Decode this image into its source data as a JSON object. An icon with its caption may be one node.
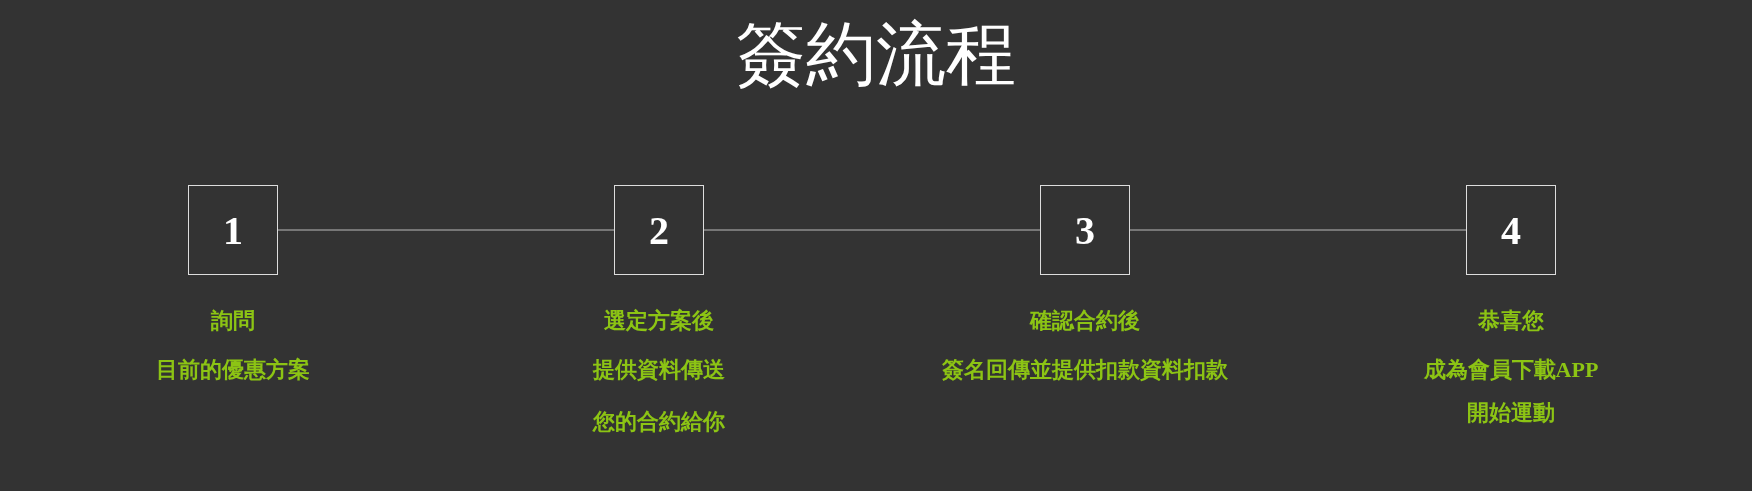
{
  "diagram": {
    "title": "簽約流程",
    "nodes": [
      {
        "text": [
          "1"
        ],
        "beside": [
          "詢問",
          "目前的優惠方案"
        ]
      },
      {
        "text": [
          "2"
        ],
        "beside": [
          "選定方案後",
          "提供資料傳送",
          "您的合約給你"
        ]
      },
      {
        "text": [
          "3"
        ],
        "beside": [
          "確認合約後",
          "簽名回傳並提供扣款資料扣款"
        ]
      },
      {
        "text": [
          "4"
        ],
        "beside": [
          "恭喜您",
          "成為會員下載APP",
          "開始運動"
        ]
      }
    ],
    "edges": [
      {
        "from": 0,
        "to": 1,
        "arrow": "none"
      },
      {
        "from": 1,
        "to": 2,
        "arrow": "none"
      },
      {
        "from": 2,
        "to": 3,
        "arrow": "none"
      }
    ]
  }
}
